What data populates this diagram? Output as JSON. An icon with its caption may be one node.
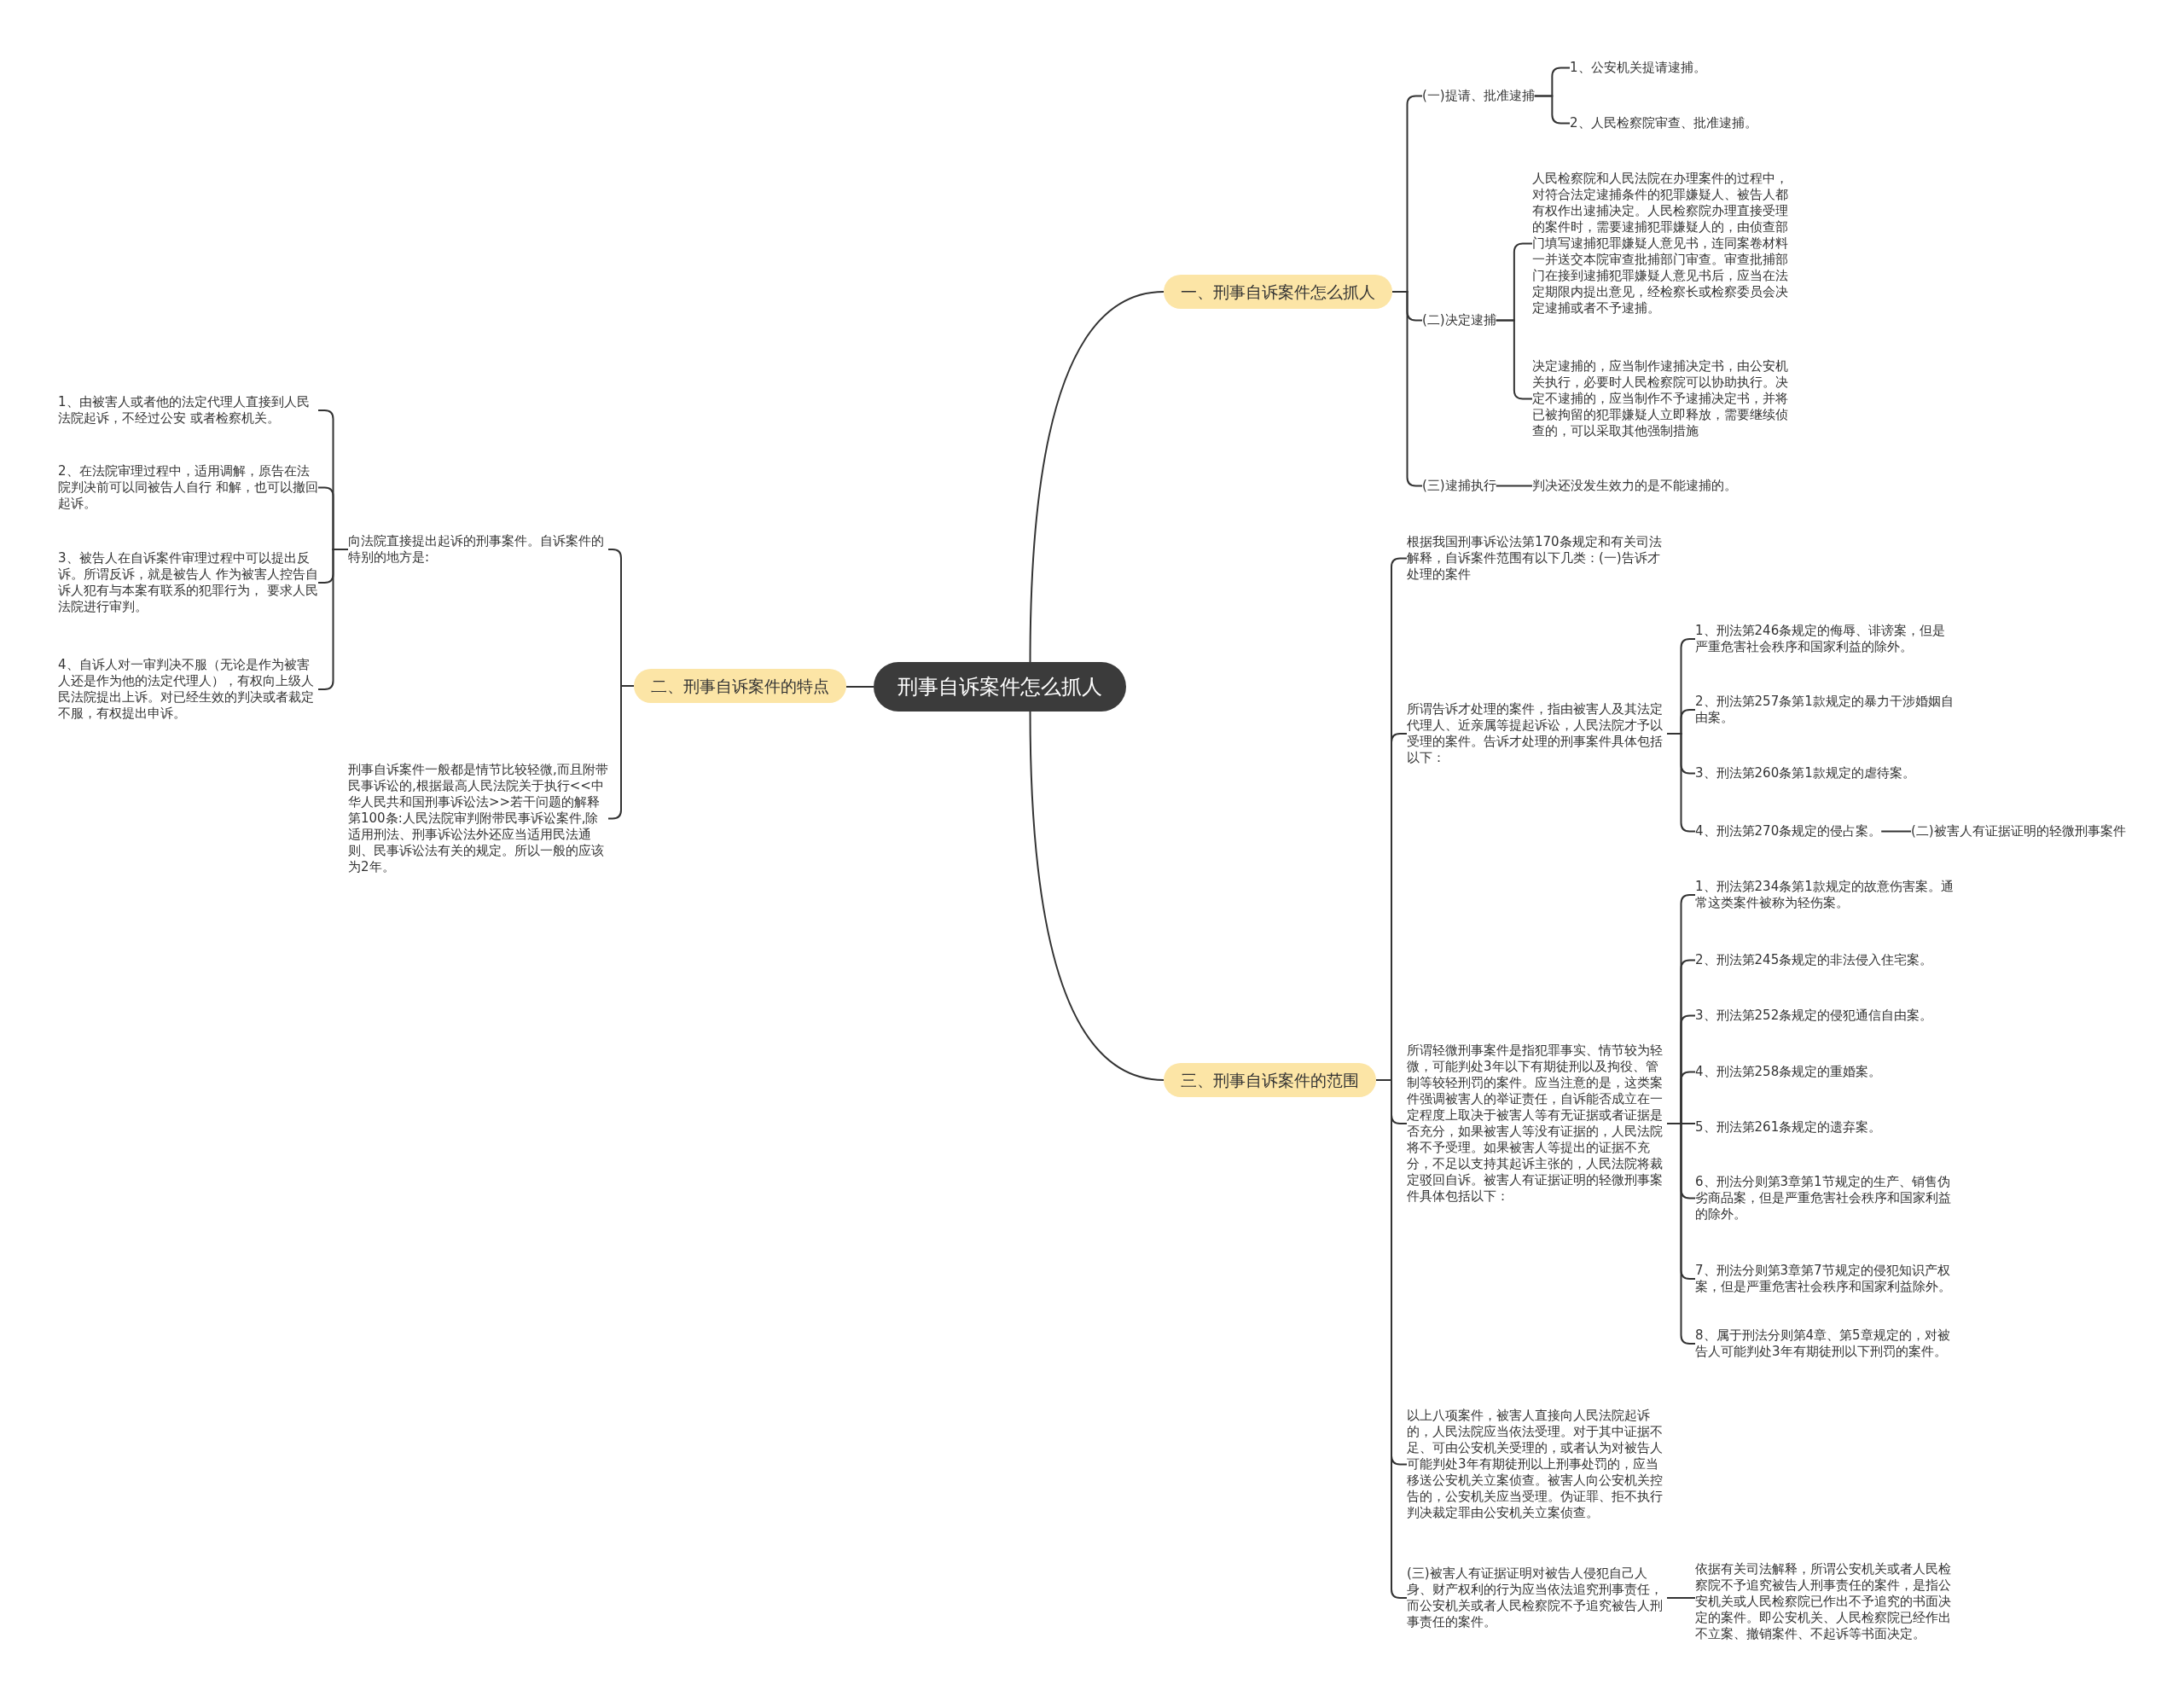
{
  "diagram": {
    "nodes": [
      {
        "text": [
          "刑事自诉案件怎么抓人"
        ]
      },
      {
        "text": [
          "一、刑事自诉案件怎么抓人"
        ]
      },
      {
        "text": [
          "(一)提请、批准逮捕"
        ]
      },
      {
        "text": [
          "1、公安机关提请逮捕。"
        ]
      },
      {
        "text": [
          "2、人民检察院审查、批准逮捕。"
        ]
      },
      {
        "text": [
          "(二)决定逮捕"
        ]
      },
      {
        "text": [
          "人民检察院和人民法院在办理案件的过程中，对符合法定逮捕条件的犯罪嫌疑人、被告人都有权作出逮捕决定。人民检察院办理直接受理的案件时，需要逮捕犯罪嫌疑人的，由侦查部门填写逮捕犯罪嫌疑人意见书，连同案卷材料一并送交本院审查批捕部门审查。审查批捕部门在接到逮捕犯罪嫌疑人意见书后，应当在法定期限内提出意见，经检察长或检察委员会决定逮捕或者不予逮捕。"
        ]
      },
      {
        "text": [
          "决定逮捕的，应当制作逮捕决定书，由公安机关执行，必要时人民检察院可以协助执行。决定不逮捕的，应当制作不予逮捕决定书，并将已被拘留的犯罪嫌疑人立即释放，需要继续侦查的，可以采取其他强制措施"
        ]
      },
      {
        "text": [
          "(三)逮捕执行"
        ]
      },
      {
        "text": [
          "判决还没发生效力的是不能逮捕的。"
        ]
      },
      {
        "text": [
          "二、刑事自诉案件的特点"
        ]
      },
      {
        "text": [
          "向法院直接提出起诉的刑事案件。自诉案件的特别的地方是:"
        ]
      },
      {
        "text": [
          "1、由被害人或者他的法定代理人直接到人民法院起诉，不经过公安 或者检察机关。"
        ]
      },
      {
        "text": [
          "2、在法院审理过程中，适用调解，原告在法院判决前可以同被告人自行 和解，也可以撤回起诉。"
        ]
      },
      {
        "text": [
          "3、被告人在自诉案件审理过程中可以提出反诉。所谓反诉，就是被告人 作为被害人控告自诉人犯有与本案有联系的犯罪行为， 要求人民法院进行审判。"
        ]
      },
      {
        "text": [
          "4、自诉人对一审判决不服（无论是作为被害人还是作为他的法定代理人），有权向上级人民法院提出上诉。对已经生效的判决或者裁定不服，有权提出申诉。"
        ]
      },
      {
        "text": [
          "刑事自诉案件一般都是情节比较轻微,而且附带民事诉讼的,根据最高人民法院关于执行<<中华人民共和国刑事诉讼法>>若干问题的解释第100条:人民法院审判附带民事诉讼案件,除适用刑法、刑事诉讼法外还应当适用民法通则、民事诉讼法有关的规定。所以一般的应该为2年。"
        ]
      },
      {
        "text": [
          "三、刑事自诉案件的范围"
        ]
      },
      {
        "text": [
          "根据我国刑事诉讼法第170条规定和有关司法解释，自诉案件范围有以下几类：(一)告诉才处理的案件"
        ]
      },
      {
        "text": [
          "所谓告诉才处理的案件，指由被害人及其法定代理人、近亲属等提起诉讼，人民法院才予以受理的案件。告诉才处理的刑事案件具体包括以下："
        ]
      },
      {
        "text": [
          "1、刑法第246条规定的侮辱、诽谤案，但是严重危害社会秩序和国家利益的除外。"
        ]
      },
      {
        "text": [
          "2、刑法第257条第1款规定的暴力干涉婚姻自由案。"
        ]
      },
      {
        "text": [
          "3、刑法第260条第1款规定的虐待案。"
        ]
      },
      {
        "text": [
          "4、刑法第270条规定的侵占案。"
        ]
      },
      {
        "text": [
          "(二)被害人有证据证明的轻微刑事案件"
        ]
      },
      {
        "text": [
          "所谓轻微刑事案件是指犯罪事实、情节较为轻微，可能判处3年以下有期徒刑以及拘役、管制等较轻刑罚的案件。应当注意的是，这类案件强调被害人的举证责任，自诉能否成立在一定程度上取决于被害人等有无证据或者证据是否充分，如果被害人等没有证据的，人民法院将不予受理。如果被害人等提出的证据不充分，不足以支持其起诉主张的，人民法院将裁定驳回自诉。被害人有证据证明的轻微刑事案件具体包括以下："
        ]
      },
      {
        "text": [
          "1、刑法第234条第1款规定的故意伤害案。通常这类案件被称为轻伤案。"
        ]
      },
      {
        "text": [
          "2、刑法第245条规定的非法侵入住宅案。"
        ]
      },
      {
        "text": [
          "3、刑法第252条规定的侵犯通信自由案。"
        ]
      },
      {
        "text": [
          "4、刑法第258条规定的重婚案。"
        ]
      },
      {
        "text": [
          "5、刑法第261条规定的遗弃案。"
        ]
      },
      {
        "text": [
          "6、刑法分则第3章第1节规定的生产、销售伪劣商品案，但是严重危害社会秩序和国家利益的除外。"
        ]
      },
      {
        "text": [
          "7、刑法分则第3章第7节规定的侵犯知识产权案，但是严重危害社会秩序和国家利益除外。"
        ]
      },
      {
        "text": [
          "8、属于刑法分则第4章、第5章规定的，对被告人可能判处3年有期徒刑以下刑罚的案件。"
        ]
      },
      {
        "text": [
          "以上八项案件，被害人直接向人民法院起诉的，人民法院应当依法受理。对于其中证据不足、可由公安机关受理的，或者认为对被告人可能判处3年有期徒刑以上刑事处罚的，应当移送公安机关立案侦查。被害人向公安机关控告的，公安机关应当受理。伪证罪、拒不执行判决裁定罪由公安机关立案侦查。"
        ]
      },
      {
        "text": [
          "(三)被害人有证据证明对被告人侵犯自己人身、财产权利的行为应当依法追究刑事责任，而公安机关或者人民检察院不予追究被告人刑事责任的案件。"
        ]
      },
      {
        "text": [
          "依据有关司法解释，所谓公安机关或者人民检察院不予追究被告人刑事责任的案件，是指公安机关或人民检察院已作出不予追究的书面决定的案件。即公安机关、人民检察院已经作出不立案、撤销案件、不起诉等书面决定。"
        ]
      }
    ],
    "edges": [
      {
        "from": 0,
        "to": 1,
        "arrow": "none"
      },
      {
        "from": 1,
        "to": 2,
        "arrow": "none"
      },
      {
        "from": 2,
        "to": 3,
        "arrow": "none"
      },
      {
        "from": 2,
        "to": 4,
        "arrow": "none"
      },
      {
        "from": 1,
        "to": 5,
        "arrow": "none"
      },
      {
        "from": 5,
        "to": 6,
        "arrow": "none"
      },
      {
        "from": 5,
        "to": 7,
        "arrow": "none"
      },
      {
        "from": 1,
        "to": 8,
        "arrow": "none"
      },
      {
        "from": 8,
        "to": 9,
        "arrow": "none"
      },
      {
        "from": 0,
        "to": 10,
        "arrow": "none"
      },
      {
        "from": 10,
        "to": 11,
        "arrow": "none"
      },
      {
        "from": 11,
        "to": 12,
        "arrow": "none"
      },
      {
        "from": 11,
        "to": 13,
        "arrow": "none"
      },
      {
        "from": 11,
        "to": 14,
        "arrow": "none"
      },
      {
        "from": 11,
        "to": 15,
        "arrow": "none"
      },
      {
        "from": 10,
        "to": 16,
        "arrow": "none"
      },
      {
        "from": 0,
        "to": 17,
        "arrow": "none"
      },
      {
        "from": 17,
        "to": 18,
        "arrow": "none"
      },
      {
        "from": 17,
        "to": 19,
        "arrow": "none"
      },
      {
        "from": 19,
        "to": 20,
        "arrow": "none"
      },
      {
        "from": 19,
        "to": 21,
        "arrow": "none"
      },
      {
        "from": 19,
        "to": 22,
        "arrow": "none"
      },
      {
        "from": 19,
        "to": 23,
        "arrow": "none"
      },
      {
        "from": 23,
        "to": 24,
        "arrow": "none"
      },
      {
        "from": 17,
        "to": 25,
        "arrow": "none"
      },
      {
        "from": 25,
        "to": 26,
        "arrow": "none"
      },
      {
        "from": 25,
        "to": 27,
        "arrow": "none"
      },
      {
        "from": 25,
        "to": 28,
        "arrow": "none"
      },
      {
        "from": 25,
        "to": 29,
        "arrow": "none"
      },
      {
        "from": 25,
        "to": 30,
        "arrow": "none"
      },
      {
        "from": 25,
        "to": 31,
        "arrow": "none"
      },
      {
        "from": 25,
        "to": 32,
        "arrow": "none"
      },
      {
        "from": 25,
        "to": 33,
        "arrow": "none"
      },
      {
        "from": 17,
        "to": 34,
        "arrow": "none"
      },
      {
        "from": 17,
        "to": 35,
        "arrow": "none"
      },
      {
        "from": 35,
        "to": 36,
        "arrow": "none"
      }
    ]
  }
}
